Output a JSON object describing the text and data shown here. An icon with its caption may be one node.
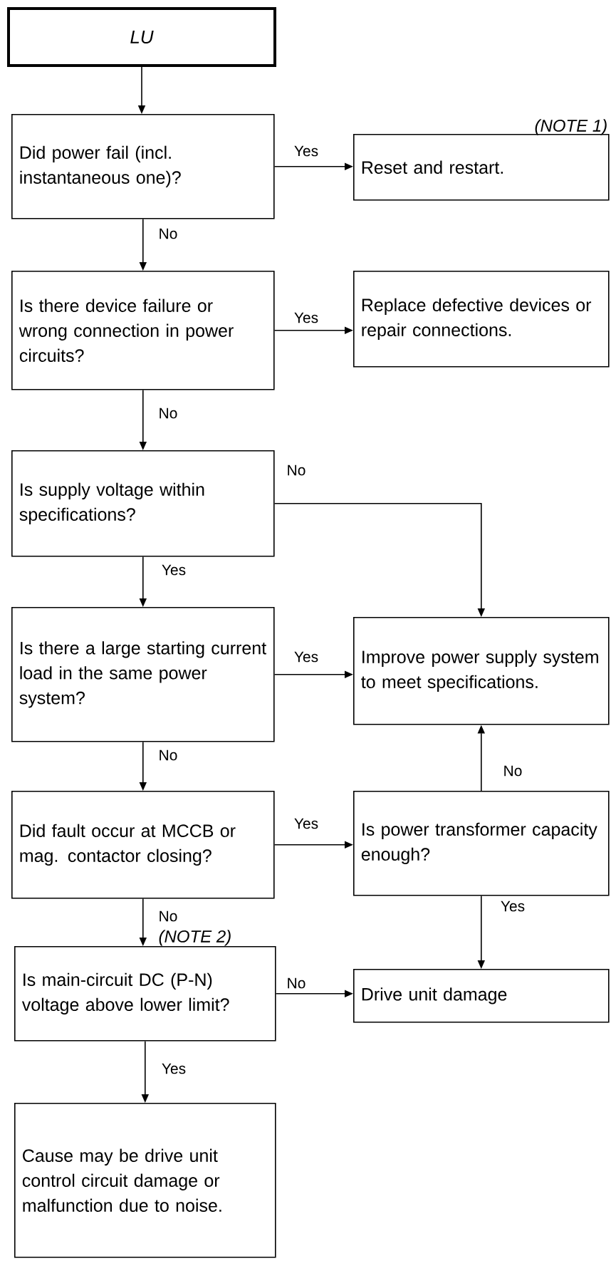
{
  "diagram": {
    "nodes": [
      {
        "text": [
          "LU"
        ]
      },
      {
        "text": [
          "Did power fail (incl. instantaneous one)?"
        ]
      },
      {
        "text": [
          "Reset and restart."
        ],
        "beside": [
          "(NOTE 1)"
        ]
      },
      {
        "text": [
          "Is there device failure or wrong connection in power circuits?"
        ]
      },
      {
        "text": [
          "Replace defective devices or repair connections."
        ]
      },
      {
        "text": [
          "Is supply voltage within specifications?"
        ]
      },
      {
        "text": [
          "Is there a large starting current load in the same power system?"
        ]
      },
      {
        "text": [
          "Improve power supply system to meet specifications."
        ]
      },
      {
        "text": [
          "Did fault occur at MCCB or mag. contactor closing?"
        ]
      },
      {
        "text": [
          "Is power transformer capacity enough?"
        ]
      },
      {
        "text": [
          "Is main-circuit DC (P-N) voltage above lower limit?"
        ],
        "beside": [
          "(NOTE 2)"
        ]
      },
      {
        "text": [
          "Drive unit damage"
        ]
      },
      {
        "text": [
          "Cause may be drive unit control circuit damage or malfunction due to noise."
        ]
      }
    ],
    "edges": [
      {
        "from": 0,
        "to": 1,
        "arrow": "to"
      },
      {
        "from": 1,
        "to": 2,
        "arrow": "to",
        "label": "Yes"
      },
      {
        "from": 1,
        "to": 3,
        "arrow": "to",
        "label": "No"
      },
      {
        "from": 3,
        "to": 4,
        "arrow": "to",
        "label": "Yes"
      },
      {
        "from": 3,
        "to": 5,
        "arrow": "to",
        "label": "No"
      },
      {
        "from": 5,
        "to": 7,
        "arrow": "to",
        "label": "No"
      },
      {
        "from": 5,
        "to": 6,
        "arrow": "to",
        "label": "Yes"
      },
      {
        "from": 6,
        "to": 7,
        "arrow": "to",
        "label": "Yes"
      },
      {
        "from": 6,
        "to": 8,
        "arrow": "to",
        "label": "No"
      },
      {
        "from": 8,
        "to": 9,
        "arrow": "to",
        "label": "Yes"
      },
      {
        "from": 9,
        "to": 7,
        "arrow": "to",
        "label": "No"
      },
      {
        "from": 9,
        "to": 11,
        "arrow": "to",
        "label": "Yes"
      },
      {
        "from": 8,
        "to": 10,
        "arrow": "to",
        "label": "No"
      },
      {
        "from": 10,
        "to": 11,
        "arrow": "to",
        "label": "No"
      },
      {
        "from": 10,
        "to": 12,
        "arrow": "to",
        "label": "Yes"
      }
    ]
  }
}
